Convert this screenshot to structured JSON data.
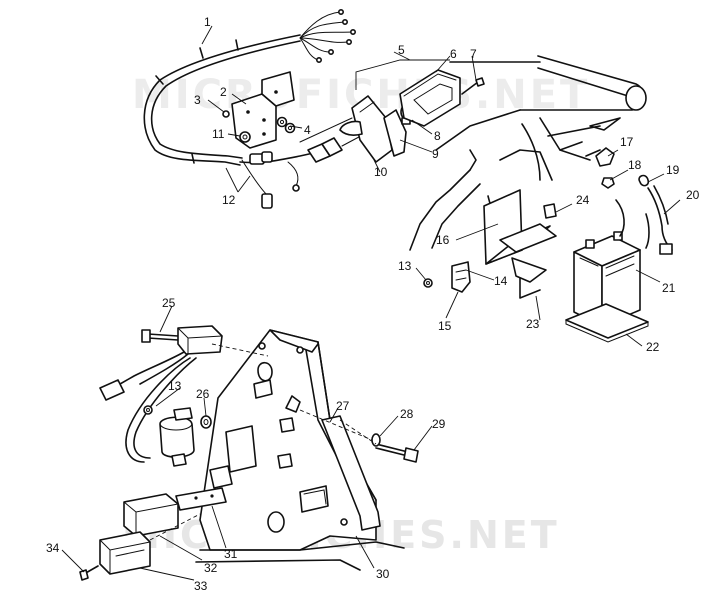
{
  "watermarks": [
    "MICROFICHES.NET",
    "MICROFICHES.NET"
  ],
  "callouts": [
    "1",
    "2",
    "3",
    "4",
    "5",
    "6",
    "7",
    "8",
    "9",
    "10",
    "11",
    "12",
    "13",
    "14",
    "15",
    "16",
    "17",
    "18",
    "19",
    "20",
    "21",
    "22",
    "23",
    "24",
    "25",
    "26",
    "27",
    "28",
    "29",
    "13",
    "30",
    "31",
    "32",
    "33",
    "34"
  ],
  "parts": [
    "wiring-harness",
    "mounting-bracket",
    "screw",
    "nut-pair",
    "tail-light-assembly",
    "tail-light-lens",
    "lens-screw",
    "bulb",
    "gasket",
    "lamp-housing",
    "nut",
    "harness-connector",
    "nut",
    "voltage-regulator",
    "bracket",
    "battery-box-bracket",
    "boot",
    "nut",
    "battery-terminal",
    "battery-cable",
    "battery",
    "battery-pad",
    "battery-strap",
    "spacer",
    "bolt",
    "washer",
    "mounting-plate",
    "washer",
    "bolt",
    "nut",
    "electrical-panel",
    "fuse-holder",
    "fuse-holder-bracket",
    "fuse-cover",
    "screw"
  ]
}
